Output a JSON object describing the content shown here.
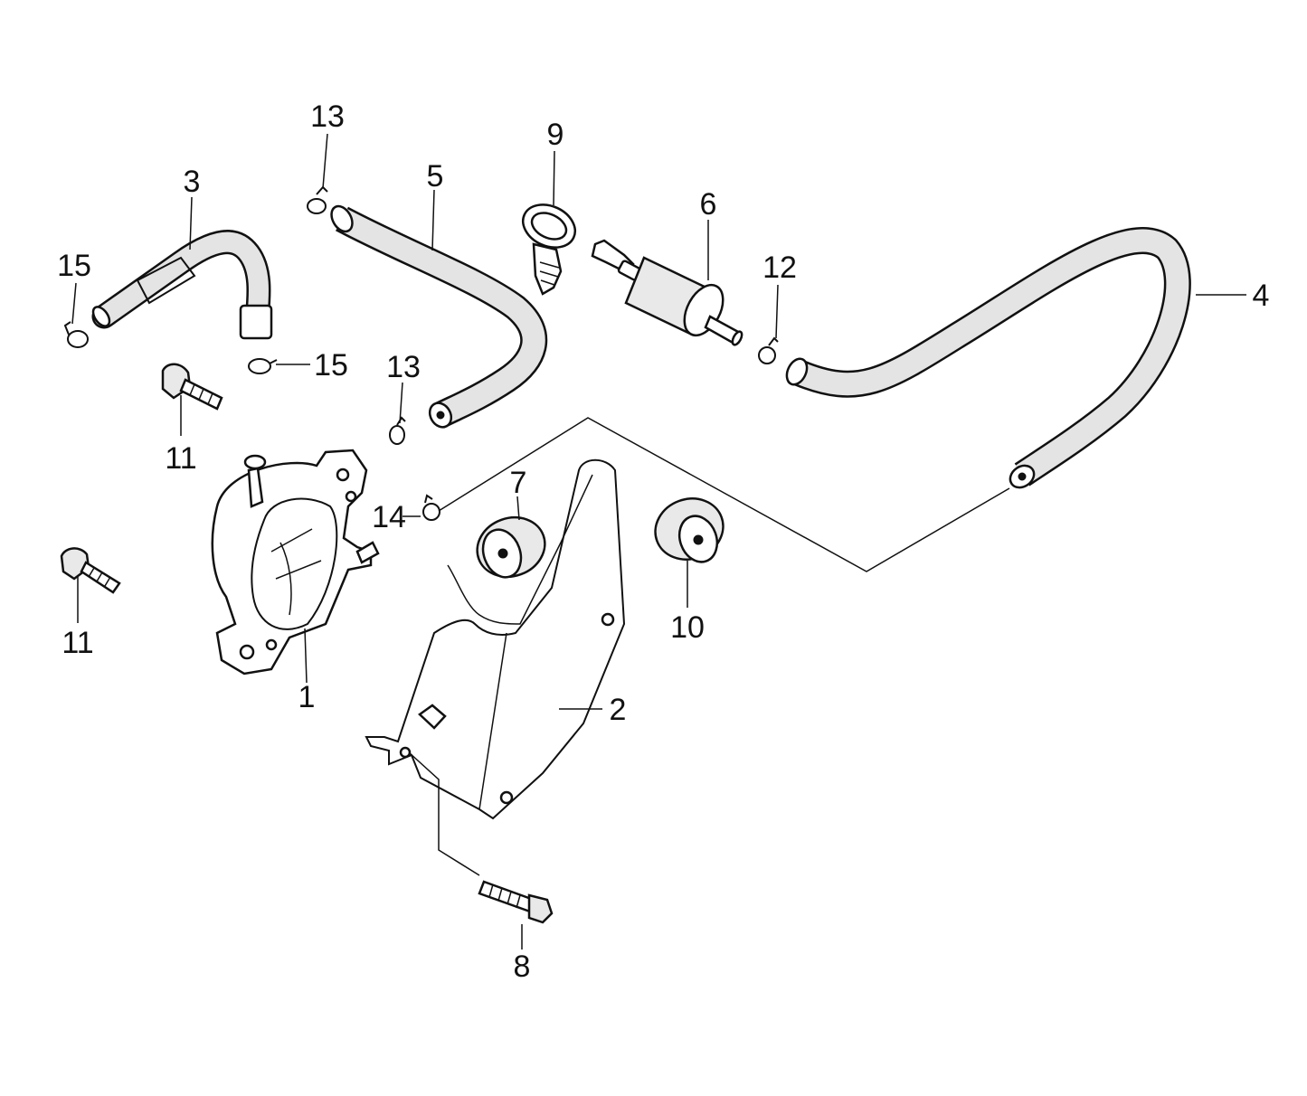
{
  "callouts": [
    {
      "id": "c1",
      "label": "1"
    },
    {
      "id": "c2",
      "label": "2"
    },
    {
      "id": "c3",
      "label": "3"
    },
    {
      "id": "c4",
      "label": "4"
    },
    {
      "id": "c5",
      "label": "5"
    },
    {
      "id": "c6",
      "label": "6"
    },
    {
      "id": "c7",
      "label": "7"
    },
    {
      "id": "c8",
      "label": "8"
    },
    {
      "id": "c9",
      "label": "9"
    },
    {
      "id": "c10",
      "label": "10"
    },
    {
      "id": "c11a",
      "label": "11"
    },
    {
      "id": "c11b",
      "label": "11"
    },
    {
      "id": "c12",
      "label": "12"
    },
    {
      "id": "c13a",
      "label": "13"
    },
    {
      "id": "c13b",
      "label": "13"
    },
    {
      "id": "c14",
      "label": "14"
    },
    {
      "id": "c15a",
      "label": "15"
    },
    {
      "id": "c15b",
      "label": "15"
    }
  ]
}
